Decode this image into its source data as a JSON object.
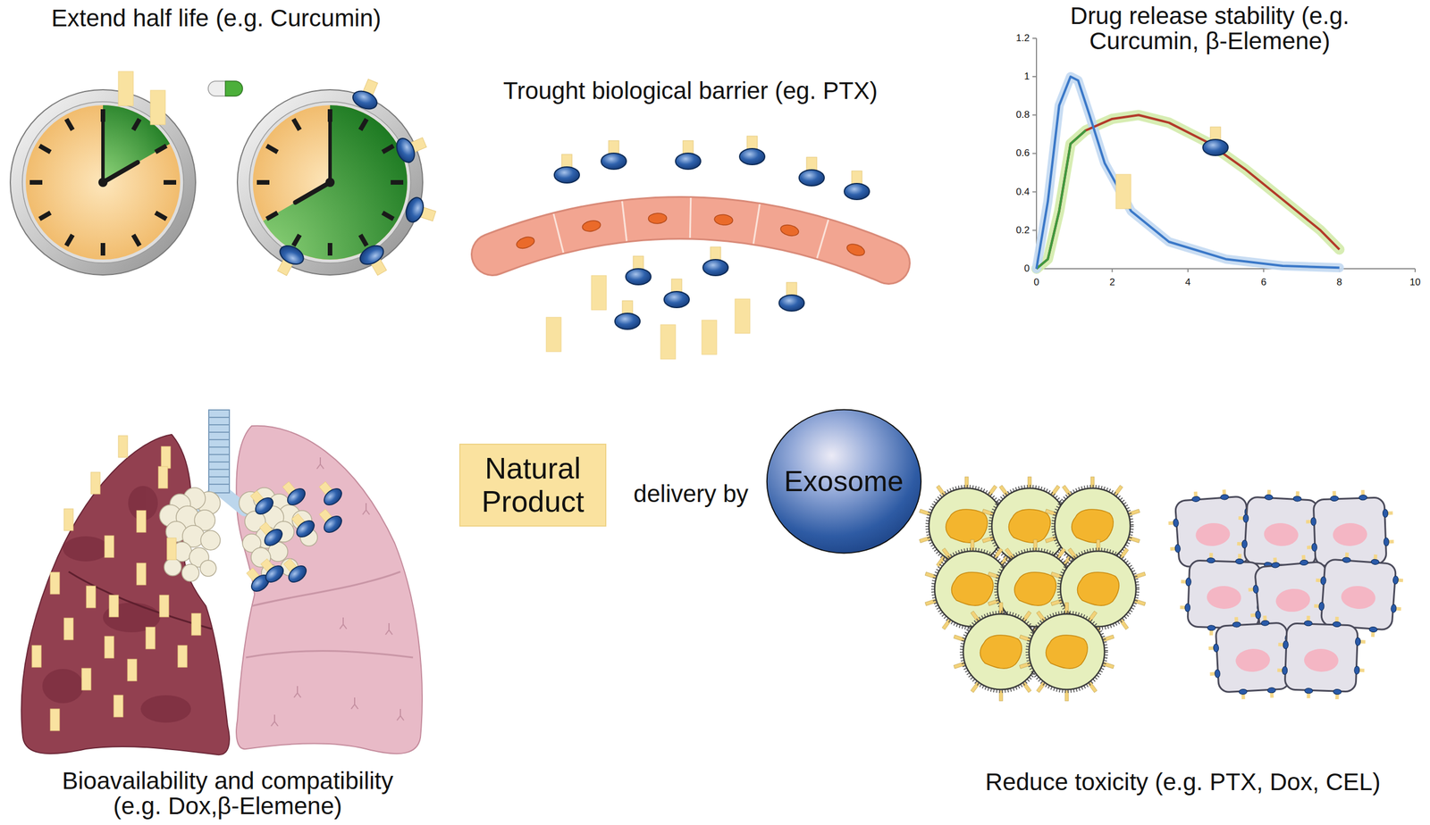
{
  "diagram": {
    "nodes": [
      {
        "text": [
          "Natural Product"
        ]
      },
      {
        "text": [
          "Exosome"
        ]
      }
    ],
    "labels": [
      "Extend half life (e.g. Curcumin)",
      "Trought biological barrier (eg. PTX)",
      "Drug release stability (e.g. Curcumin, β-Elemene)",
      "1.2",
      "1",
      "0.8",
      "0.6",
      "0.4",
      "0.2",
      "0",
      "0",
      "2",
      "4",
      "6",
      "8",
      "10",
      "delivery by",
      "Bioavailability and compatibility (e.g. Dox,β-Elemene)",
      "Reduce toxicity (e.g. PTX, Dox, CEL)"
    ]
  }
}
